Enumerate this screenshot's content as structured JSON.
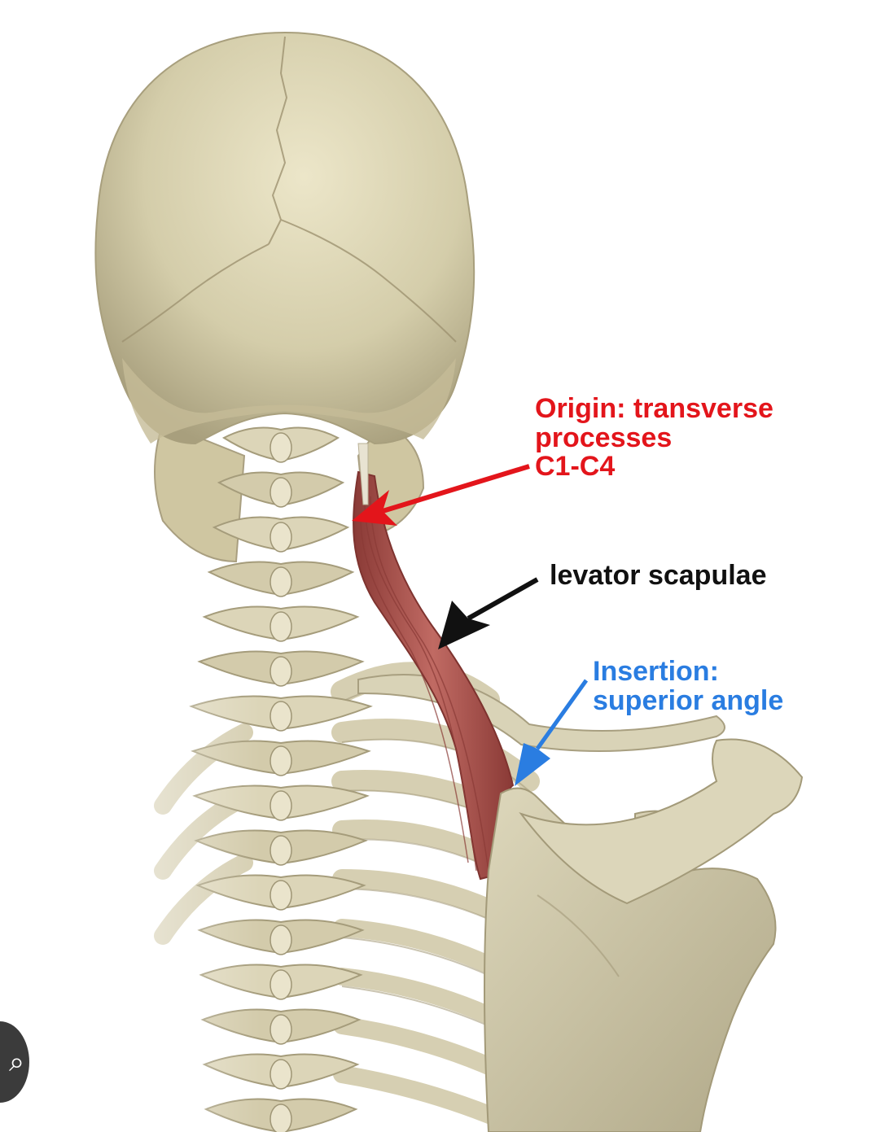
{
  "labels": {
    "origin": {
      "lines": [
        "Origin: transverse",
        "processes",
        "C1-C4"
      ],
      "color": "#e3151b"
    },
    "muscle": {
      "lines": [
        "levator scapulae"
      ],
      "color": "#111111"
    },
    "insertion": {
      "lines": [
        "Insertion:",
        "superior angle"
      ],
      "color": "#2a7de1"
    }
  },
  "colors": {
    "bone": "#d8d2b4",
    "bone_shade": "#b7af8f",
    "muscle": "#b35550",
    "muscle_dark": "#8a3a36"
  },
  "icons": {
    "overlay_badge": "lens-icon"
  }
}
